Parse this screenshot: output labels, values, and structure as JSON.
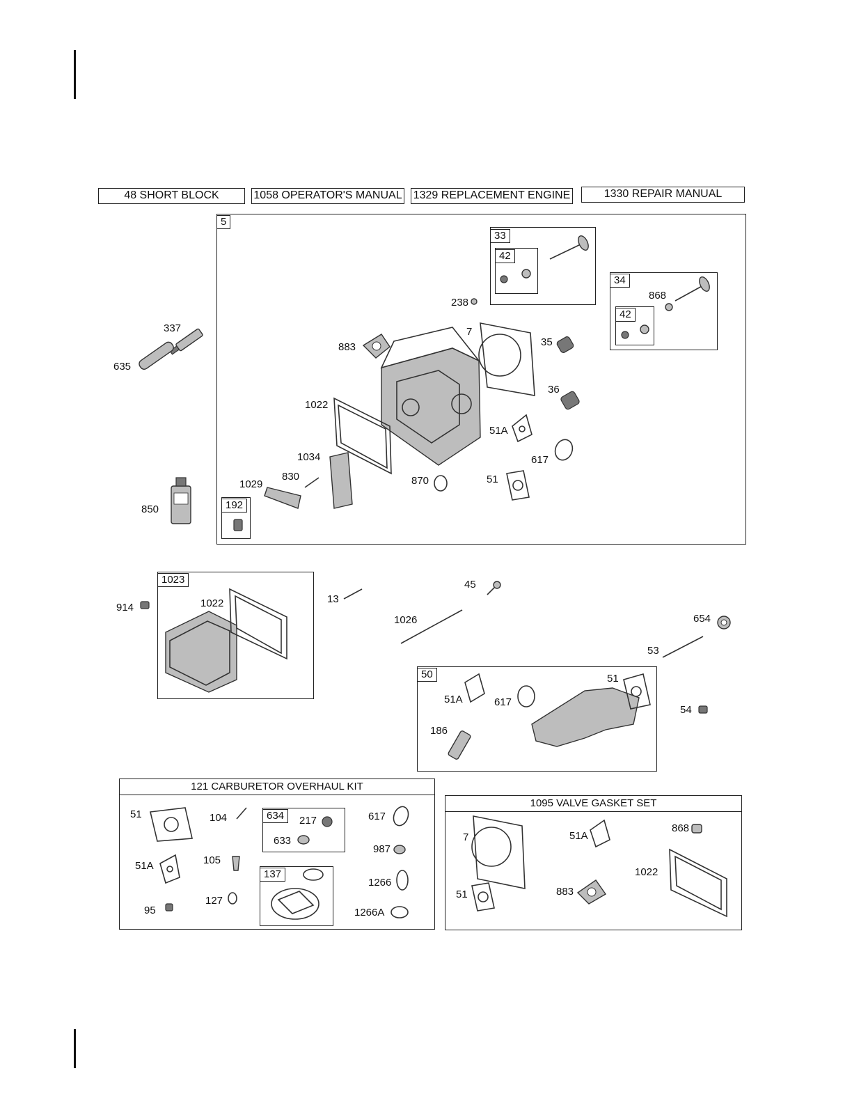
{
  "headers": {
    "short_block": "48 SHORT BLOCK",
    "operators_manual": "1058 OPERATOR'S MANUAL",
    "replacement_engine": "1329 REPLACEMENT ENGINE",
    "repair_manual": "1330 REPAIR MANUAL"
  },
  "groups": {
    "cylinder_head": "5",
    "exhaust_valve": "33",
    "intake_valve": "34",
    "keeper_a": "42",
    "keeper_b": "42",
    "stud_kit": "192",
    "rocker_cover_kit": "1023",
    "intake_manifold_kit": "50",
    "carb_subkit": "634",
    "carb_gasket_kit": "137"
  },
  "kits": {
    "carburetor": "121 CARBURETOR OVERHAUL KIT",
    "valve_gasket": "1095 VALVE GASKET SET"
  },
  "callouts": {
    "c337": "337",
    "c635": "635",
    "c850": "850",
    "c238": "238",
    "c883": "883",
    "c7": "7",
    "c35": "35",
    "c36": "36",
    "c868": "868",
    "c1022": "1022",
    "c51A": "51A",
    "c617": "617",
    "c1034": "1034",
    "c830": "830",
    "c1029": "1029",
    "c870": "870",
    "c51": "51",
    "r914": "914",
    "r1022": "1022",
    "r13": "13",
    "r45": "45",
    "r1026": "1026",
    "r654": "654",
    "r53": "53",
    "r51A": "51A",
    "r617": "617",
    "r51": "51",
    "r186": "186",
    "r54": "54",
    "k51": "51",
    "k104": "104",
    "k217": "217",
    "k633": "633",
    "k617": "617",
    "k987": "987",
    "k51A": "51A",
    "k105": "105",
    "k1266": "1266",
    "k127": "127",
    "k95": "95",
    "k1266A": "1266A",
    "v7": "7",
    "v51A": "51A",
    "v868": "868",
    "v1022": "1022",
    "v883": "883",
    "v51": "51"
  }
}
